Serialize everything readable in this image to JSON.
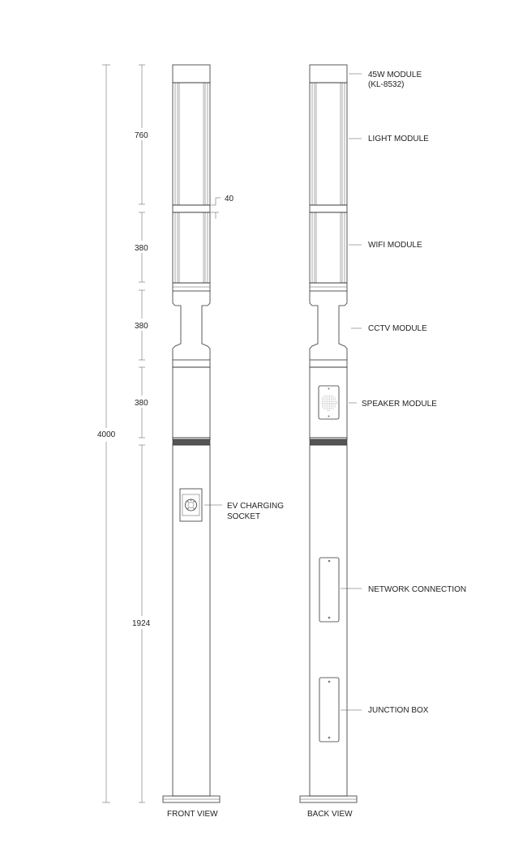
{
  "dimensions": {
    "total": "4000",
    "light_module": "760",
    "gap": "40",
    "wifi_module": "380",
    "cctv_module": "380",
    "speaker_module": "380",
    "base": "1924"
  },
  "labels": {
    "power_module_line1": "45W  MODULE",
    "power_module_line2": "(KL-8532)",
    "light_module": "LIGHT MODULE",
    "wifi_module": "WIFI MODULE",
    "cctv_module": "CCTV MODULE",
    "speaker_module": "SPEAKER MODULE",
    "ev_charging_line1": "EV CHARGING",
    "ev_charging_line2": "SOCKET",
    "network_connection": "NETWORK CONNECTION",
    "junction_box": "JUNCTION BOX"
  },
  "views": {
    "front": "FRONT VIEW",
    "back": "BACK VIEW"
  }
}
